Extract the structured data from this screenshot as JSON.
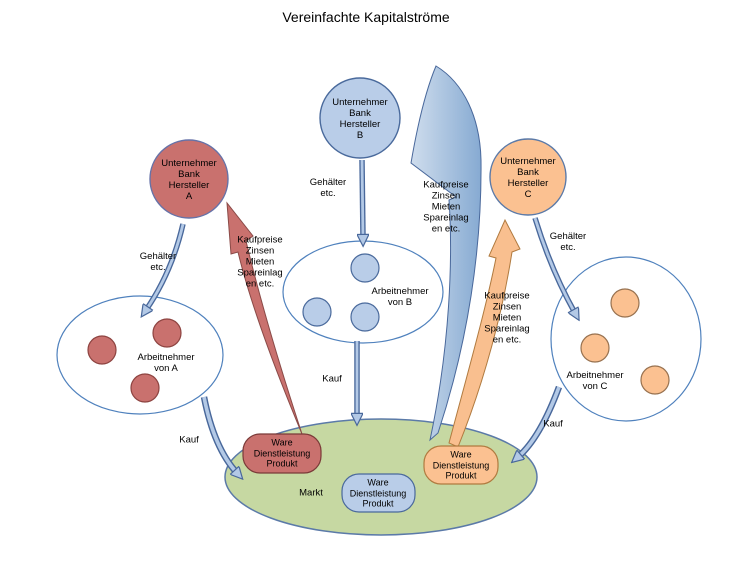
{
  "title": "Vereinfachte Kapitalströme",
  "producers": {
    "a": {
      "label": "Unternehmer\nBank\nHersteller\nA",
      "fill": "#c9716e"
    },
    "b": {
      "label": "Unternehmer\nBank\nHersteller\nB",
      "fill": "#b9cde8"
    },
    "c": {
      "label": "Unternehmer\nBank\nHersteller\nC",
      "fill": "#fbc191"
    }
  },
  "workers": {
    "a": {
      "label": "Arbeitnehmer\nvon A"
    },
    "b": {
      "label": "Arbeitnehmer\nvon B"
    },
    "c": {
      "label": "Arbeitnehmer\nvon C"
    }
  },
  "market": {
    "label": "Markt",
    "fill": "#c6d8a2",
    "offer_label": "Ware\nDienstleistung\nProdukt"
  },
  "flows": {
    "salaries": "Gehälter\netc.",
    "purchase": "Kauf",
    "returns": "Kaufpreise\nZinsen\nMieten\nSpareinlag\nen etc."
  },
  "colors": {
    "arrow_fill": "#b3c9e6",
    "arrow_outline": "#49689b",
    "red": "#c9716e",
    "blue": "#b9cde8",
    "orange": "#fbc191",
    "green": "#c6d8a2"
  }
}
